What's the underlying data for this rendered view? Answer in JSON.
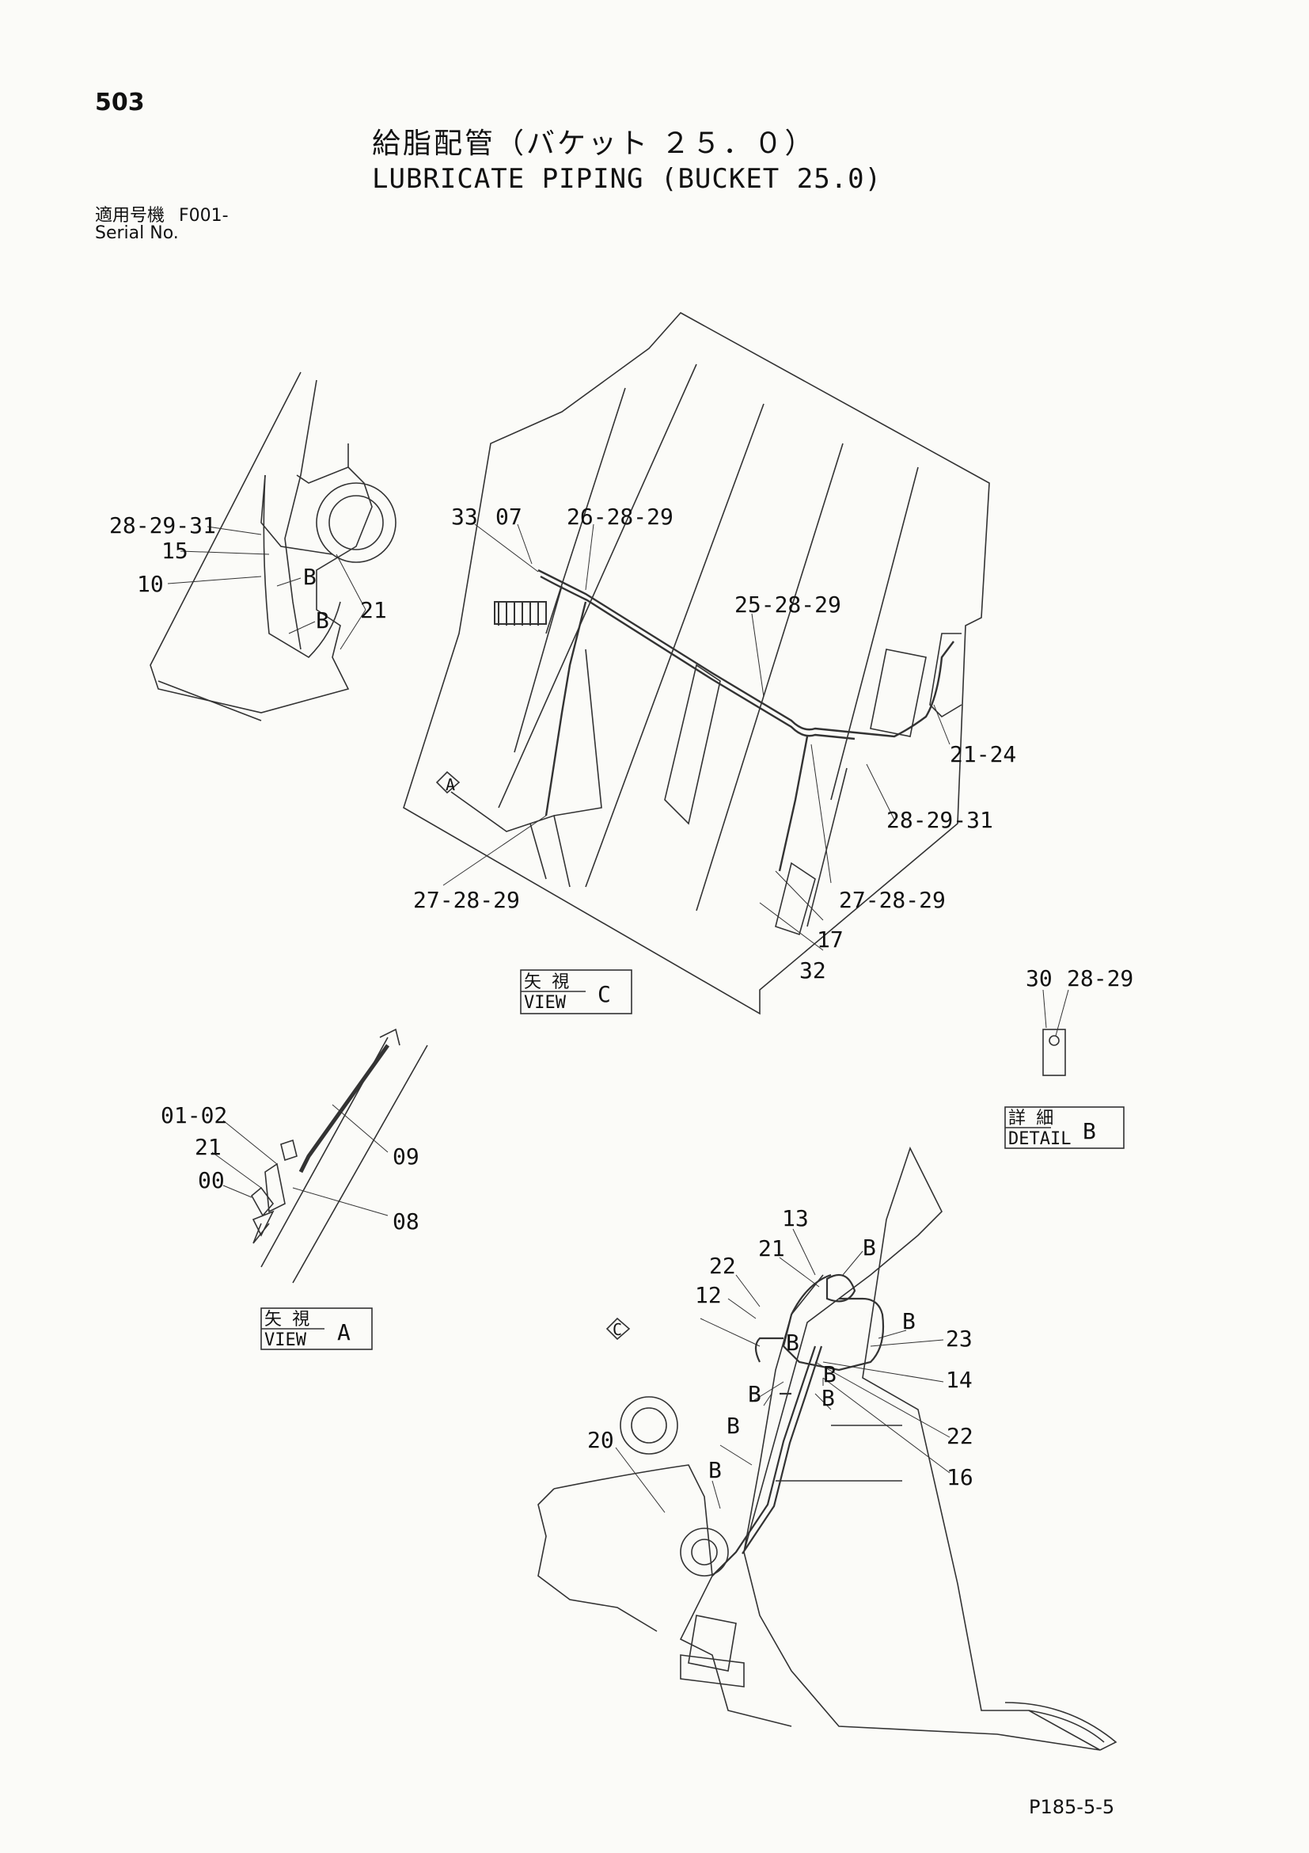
{
  "header": {
    "page_number": "503",
    "title_ja": "給脂配管（バケット ２５．０）",
    "title_en": "LUBRICATE PIPING (BUCKET 25.0)",
    "serial_label_ja": "適用号機",
    "serial_value": "F001-",
    "serial_label_en": "Serial No."
  },
  "views": {
    "view_c": {
      "label_ja": "矢 視",
      "label_en": "VIEW",
      "letter": "C",
      "marker": "A"
    },
    "view_a": {
      "label_ja": "矢 視",
      "label_en": "VIEW",
      "letter": "A"
    },
    "detail_b": {
      "label_ja": "詳 細",
      "label_en": "DETAIL",
      "letter": "B"
    },
    "main_view": {
      "marker": "C"
    }
  },
  "callouts": {
    "left_view": [
      "28-29-31",
      "15",
      "10",
      "B",
      "B",
      "21"
    ],
    "view_c": [
      "33",
      "07",
      "26-28-29",
      "25-28-29",
      "21-24",
      "28-29-31",
      "27-28-29",
      "27-28-29",
      "17",
      "32"
    ],
    "detail_b": [
      "30",
      "28-29"
    ],
    "view_a": [
      "01-02",
      "21",
      "00",
      "09",
      "08"
    ],
    "main_view": [
      "13",
      "21",
      "22",
      "12",
      "B",
      "B",
      "B",
      "23",
      "14",
      "B",
      "B",
      "B",
      "22",
      "16",
      "20",
      "B",
      "B"
    ]
  },
  "footer": {
    "drawing_code": "P185-5-5"
  }
}
